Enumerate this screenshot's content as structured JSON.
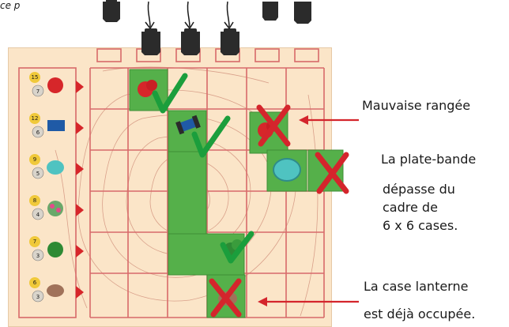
{
  "corner_fragment": "ce p",
  "annotations": {
    "wrong_row": "Mauvaise rangée",
    "flowerbed_line1": "La plate-bande",
    "flowerbed_line2": "dépasse du",
    "flowerbed_line3": "cadre de",
    "flowerbed_line4": "6 x 6 cases.",
    "lantern_line1": "La case lanterne",
    "lantern_line2": "est déjà occupée."
  },
  "legend_rows": [
    {
      "top_number": "15",
      "bottom_number": "7",
      "tile_icon": "red-bush-icon"
    },
    {
      "top_number": "12",
      "bottom_number": "6",
      "tile_icon": "blue-bench-icon"
    },
    {
      "top_number": "9",
      "bottom_number": "5",
      "tile_icon": "pond-icon"
    },
    {
      "top_number": "8",
      "bottom_number": "4",
      "tile_icon": "flower-bush-icon"
    },
    {
      "top_number": "7",
      "bottom_number": "3",
      "tile_icon": "green-bush-icon"
    },
    {
      "top_number": "6",
      "bottom_number": "3",
      "tile_icon": "stone-icon"
    }
  ],
  "marks": {
    "valid": "check-icon",
    "invalid": "cross-icon",
    "colors": {
      "valid": "#1b9e3c",
      "invalid": "#d4252c",
      "grid": "#d86a6a",
      "tile": "#55b04a",
      "board": "#fbe5c8"
    }
  }
}
